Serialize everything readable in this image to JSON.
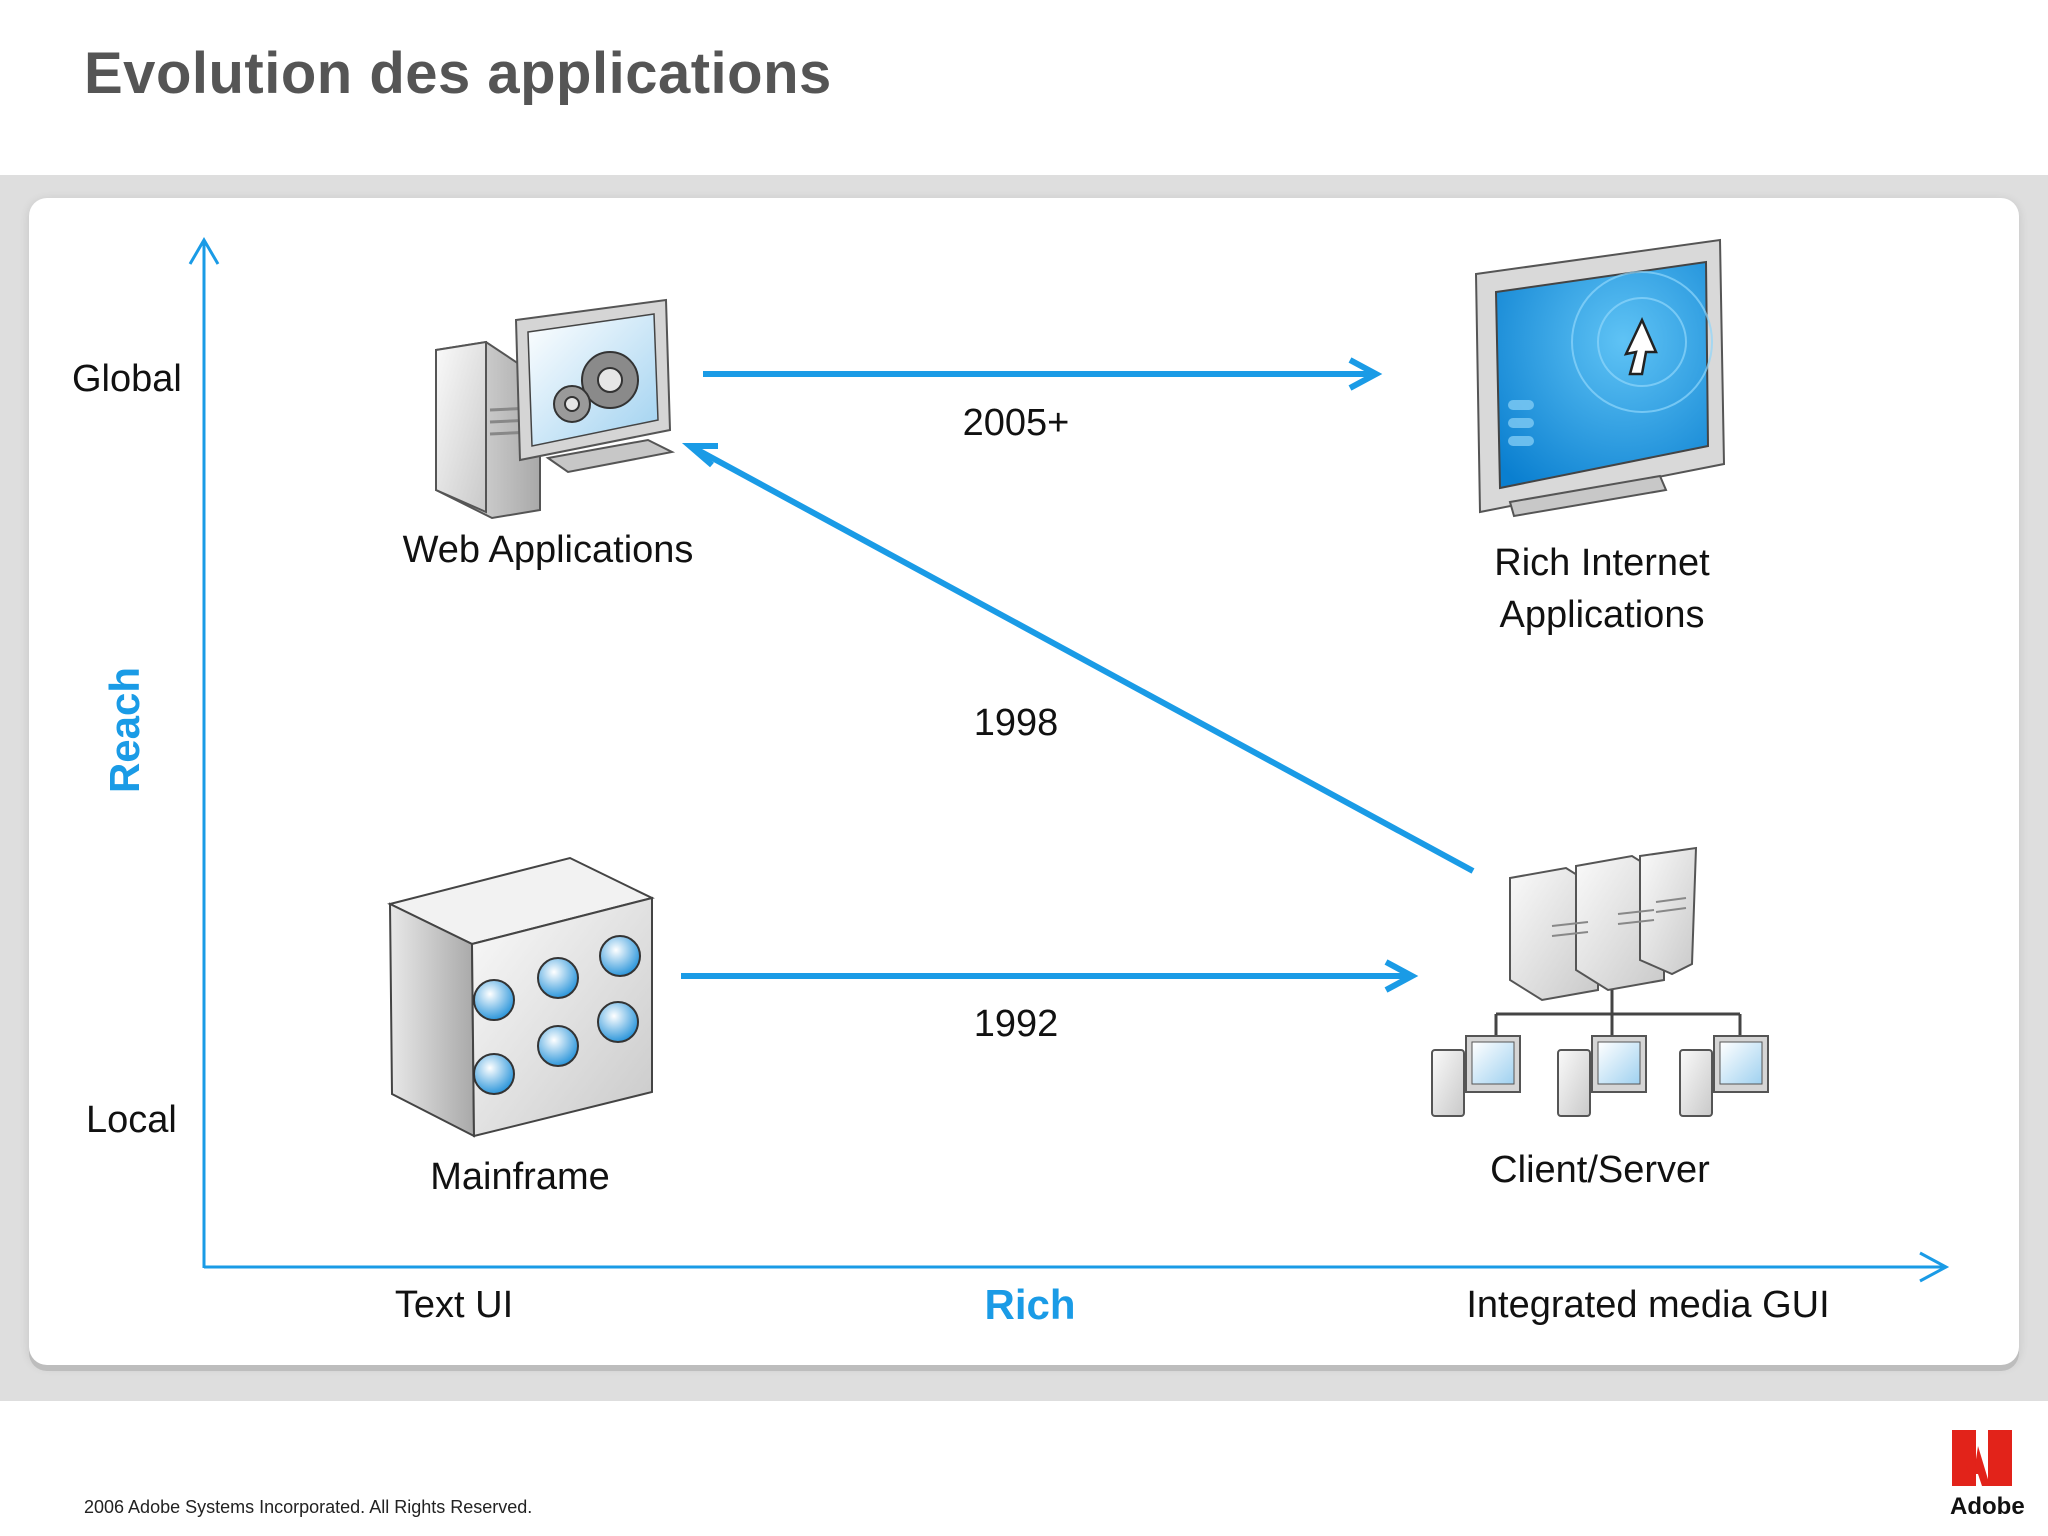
{
  "slide": {
    "title": "Evolution des applications",
    "footer": "2006 Adobe Systems Incorporated.  All Rights Reserved.",
    "brand": "Adobe"
  },
  "axes": {
    "y_title": "Reach",
    "x_title": "Rich",
    "y_top_label": "Global",
    "y_bottom_label": "Local",
    "x_left_label": "Text UI",
    "x_right_label": "Integrated media GUI"
  },
  "nodes": {
    "web_applications": "Web Applications",
    "rich_internet_line1": "Rich Internet",
    "rich_internet_line2": "Applications",
    "mainframe": "Mainframe",
    "client_server": "Client/Server"
  },
  "transitions": {
    "mainframe_to_client_server": "1992",
    "client_server_to_web": "1998",
    "web_to_rich_internet": "2005+"
  },
  "colors": {
    "accent": "#1a9be6",
    "title_gray": "#555555",
    "band_gray": "#dedede"
  },
  "icons": {
    "web_applications": "computer-with-gears-icon",
    "rich_internet": "monitor-with-cursor-icon",
    "mainframe": "mainframe-icon",
    "client_server": "client-server-network-icon",
    "logo": "adobe-logo-icon"
  }
}
